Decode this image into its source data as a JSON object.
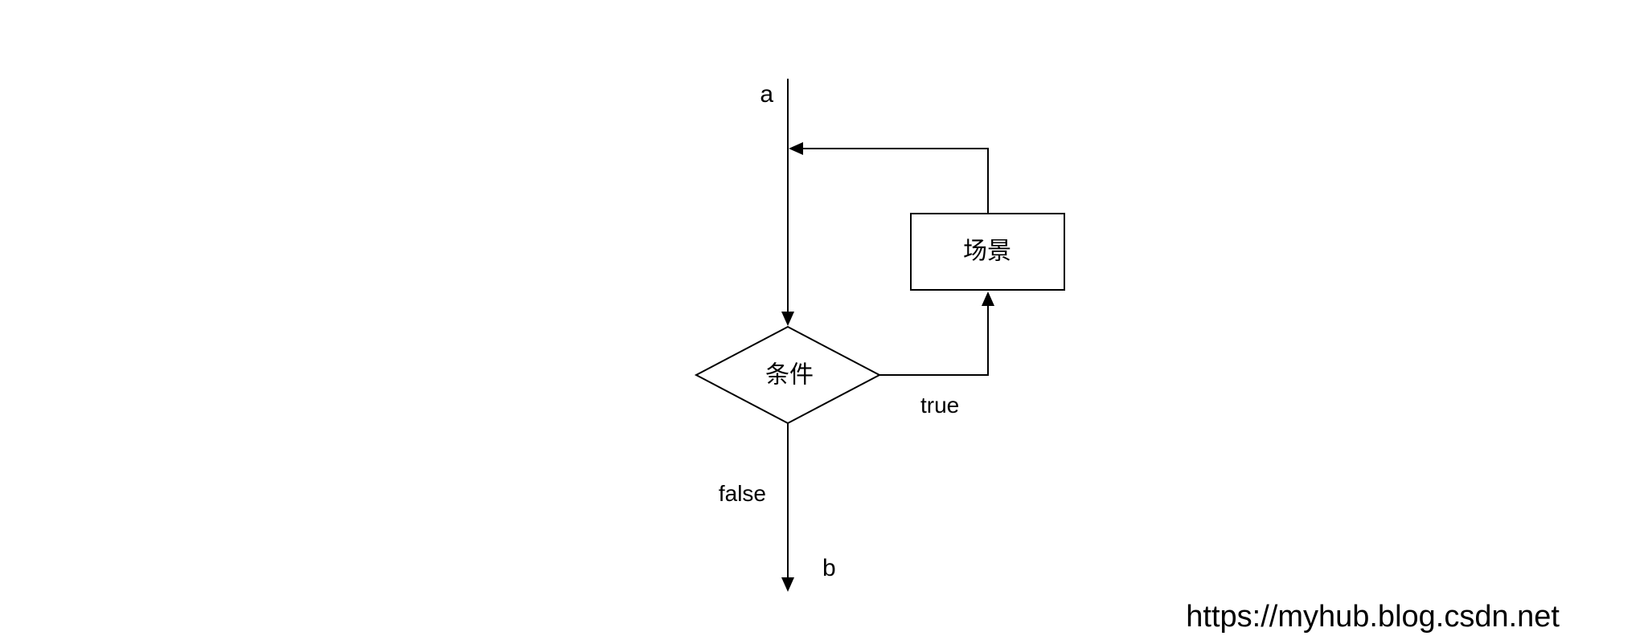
{
  "diagram": {
    "background": "#ffffff",
    "line_color": "#000000",
    "node_fill": "#ffffff",
    "labels": {
      "start": "a",
      "end": "b",
      "true_branch": "true",
      "false_branch": "false"
    },
    "nodes": {
      "process": "场景",
      "decision": "条件"
    },
    "watermark": {
      "text": "https://myhub.blog.csdn.net",
      "color": "#efefef"
    }
  }
}
